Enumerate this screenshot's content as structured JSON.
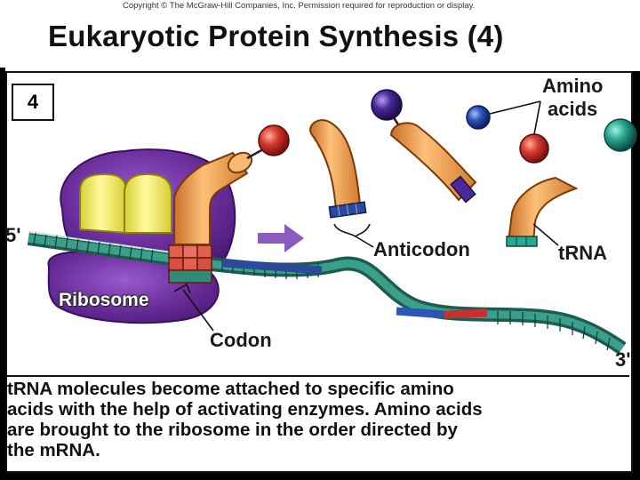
{
  "header": {
    "copyright": "Copyright © The McGraw-Hill Companies, Inc. Permission required for reproduction or display.",
    "title": "Eukaryotic Protein Synthesis (4)"
  },
  "figure": {
    "step_number": "4",
    "labels": {
      "five_prime": "5'",
      "three_prime": "3'",
      "ribosome": "Ribosome",
      "codon": "Codon",
      "anticodon": "Anticodon",
      "trna": "tRNA",
      "amino_acids_line1": "Amino",
      "amino_acids_line2": "acids"
    },
    "colors": {
      "ribosome_purple": "#6a2d9a",
      "subunit_yellow": "#f3ee5a",
      "trna_orange": "#f0a050",
      "mrna_teal": "#2f8a78",
      "aa_red": "#d63a2e",
      "aa_blue": "#2c55b8",
      "aa_purple": "#4a2a9a",
      "aa_teal": "#2aa894",
      "codon_red": "#e06050",
      "arrow_purple": "#8a5cc0"
    }
  },
  "caption": {
    "line1": "tRNA molecules become attached to specific amino",
    "line2": "acids with the help of activating enzymes. Amino acids",
    "line3": "are brought to the ribosome in the order directed by",
    "line4": "the mRNA."
  }
}
